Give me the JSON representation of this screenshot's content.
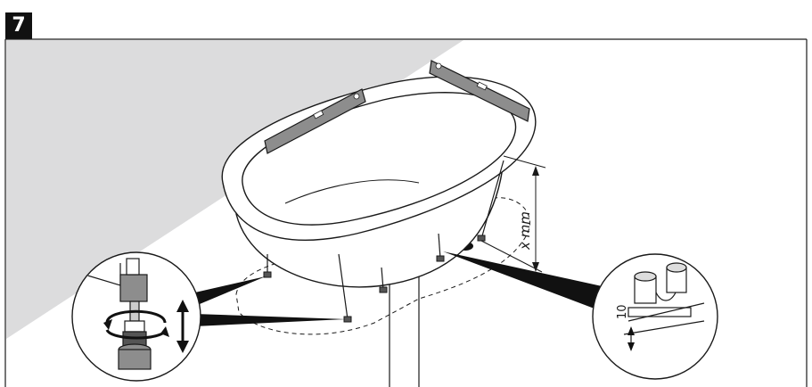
{
  "step": {
    "number": "7"
  },
  "labels": {
    "height_dimension": "x mm",
    "gap_dimension": "10"
  },
  "colors": {
    "wall_shading": "#dcdcdd",
    "level_bar": "#8d8d8d",
    "line": "#1a1a1a",
    "badge": "#111111"
  }
}
